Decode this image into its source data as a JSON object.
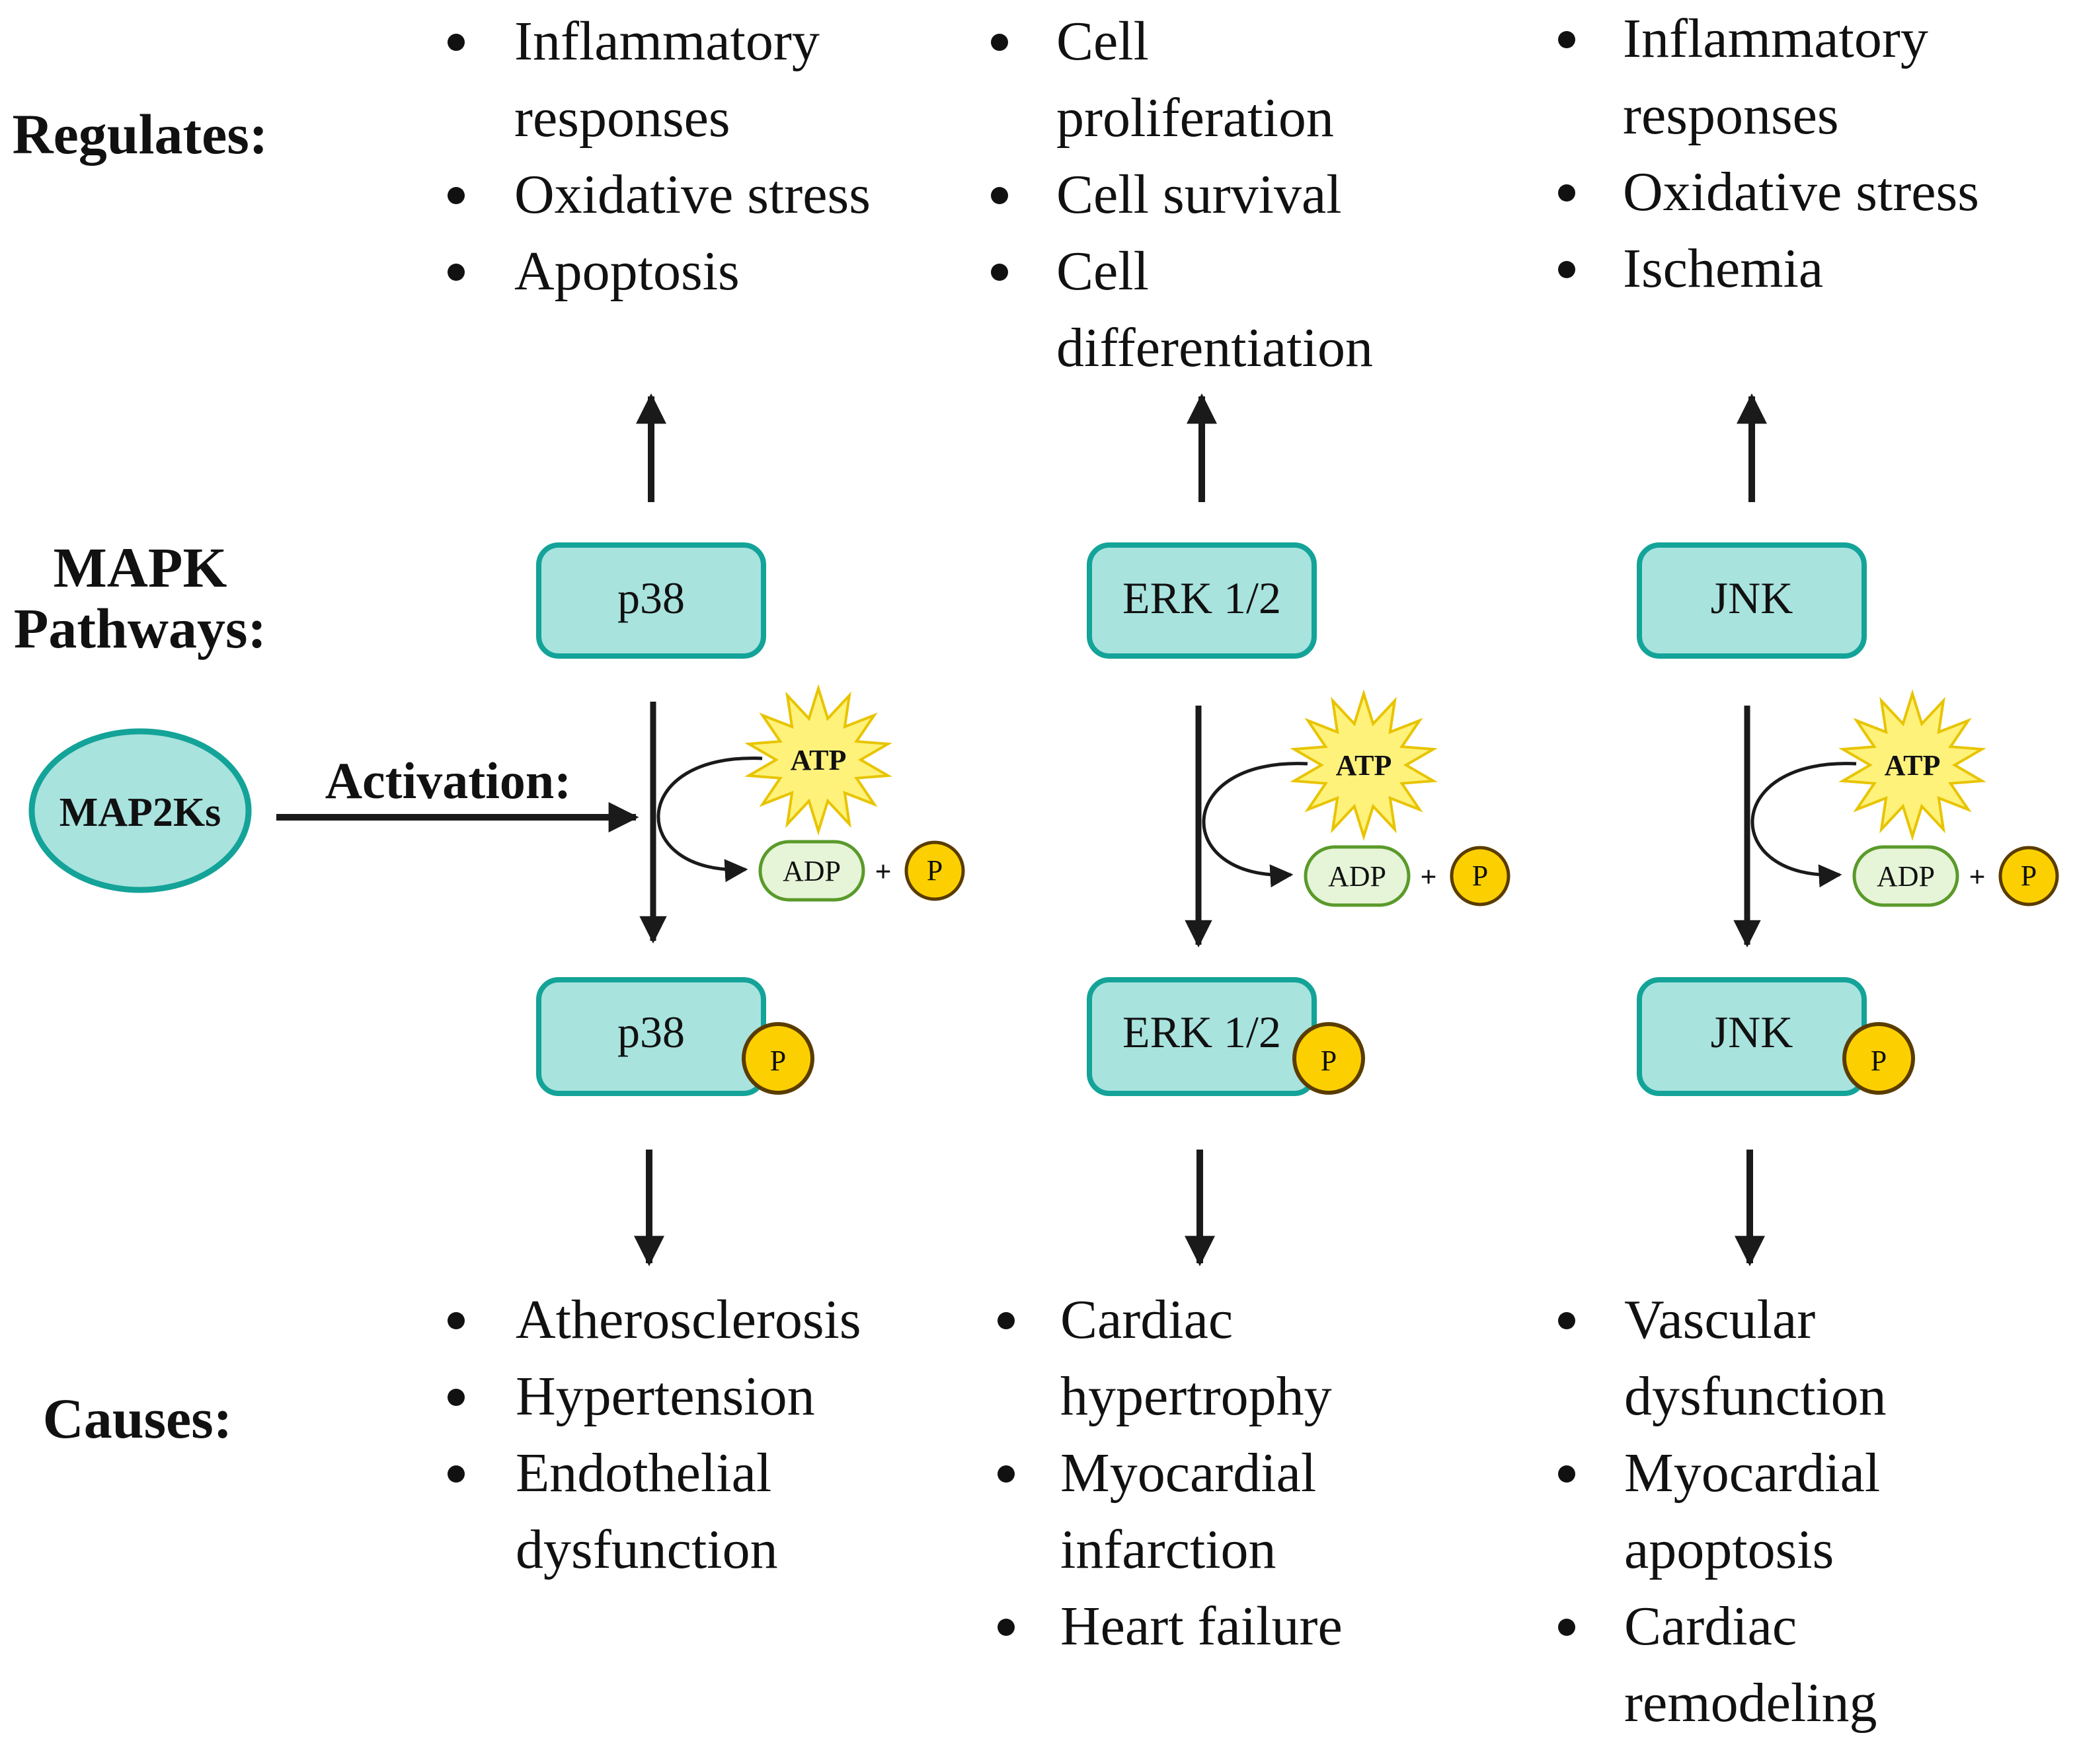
{
  "labels": {
    "regulates": "Regulates:",
    "mapk_line1": "MAPK",
    "mapk_line2": "Pathways:",
    "causes": "Causes:",
    "activation": "Activation:"
  },
  "activator": {
    "label": "MAP2Ks"
  },
  "reaction": {
    "atp": "ATP",
    "adp": "ADP",
    "plus": "+",
    "phosphate": "P"
  },
  "pathways": [
    {
      "kinase": "p38",
      "regulates": [
        [
          "Inflammatory",
          "responses"
        ],
        [
          "Oxidative stress"
        ],
        [
          "Apoptosis"
        ]
      ],
      "causes": [
        [
          "Atherosclerosis"
        ],
        [
          "Hypertension"
        ],
        [
          "Endothelial",
          "dysfunction"
        ]
      ]
    },
    {
      "kinase": "ERK 1/2",
      "regulates": [
        [
          "Cell",
          "proliferation"
        ],
        [
          "Cell survival"
        ],
        [
          "Cell",
          "differentiation"
        ]
      ],
      "causes": [
        [
          "Cardiac",
          "hypertrophy"
        ],
        [
          "Myocardial",
          "infarction"
        ],
        [
          "Heart failure"
        ]
      ]
    },
    {
      "kinase": "JNK",
      "regulates": [
        [
          "Inflammatory",
          "responses"
        ],
        [
          "Oxidative stress"
        ],
        [
          "Ischemia"
        ]
      ],
      "causes": [
        [
          "Vascular",
          "dysfunction"
        ],
        [
          "Myocardial",
          "apoptosis"
        ],
        [
          "Cardiac",
          "remodeling"
        ]
      ]
    }
  ],
  "colors": {
    "box_fill": "#a8e3de",
    "box_stroke": "#14a398",
    "atp_fill": "#fff27a",
    "atp_stroke": "#e8c400",
    "adp_fill": "#e6f4d8",
    "adp_stroke": "#5a9a2a",
    "phosphate_fill": "#fcd000",
    "phosphate_stroke": "#5a3c00",
    "arrow": "#1a1a1a"
  }
}
